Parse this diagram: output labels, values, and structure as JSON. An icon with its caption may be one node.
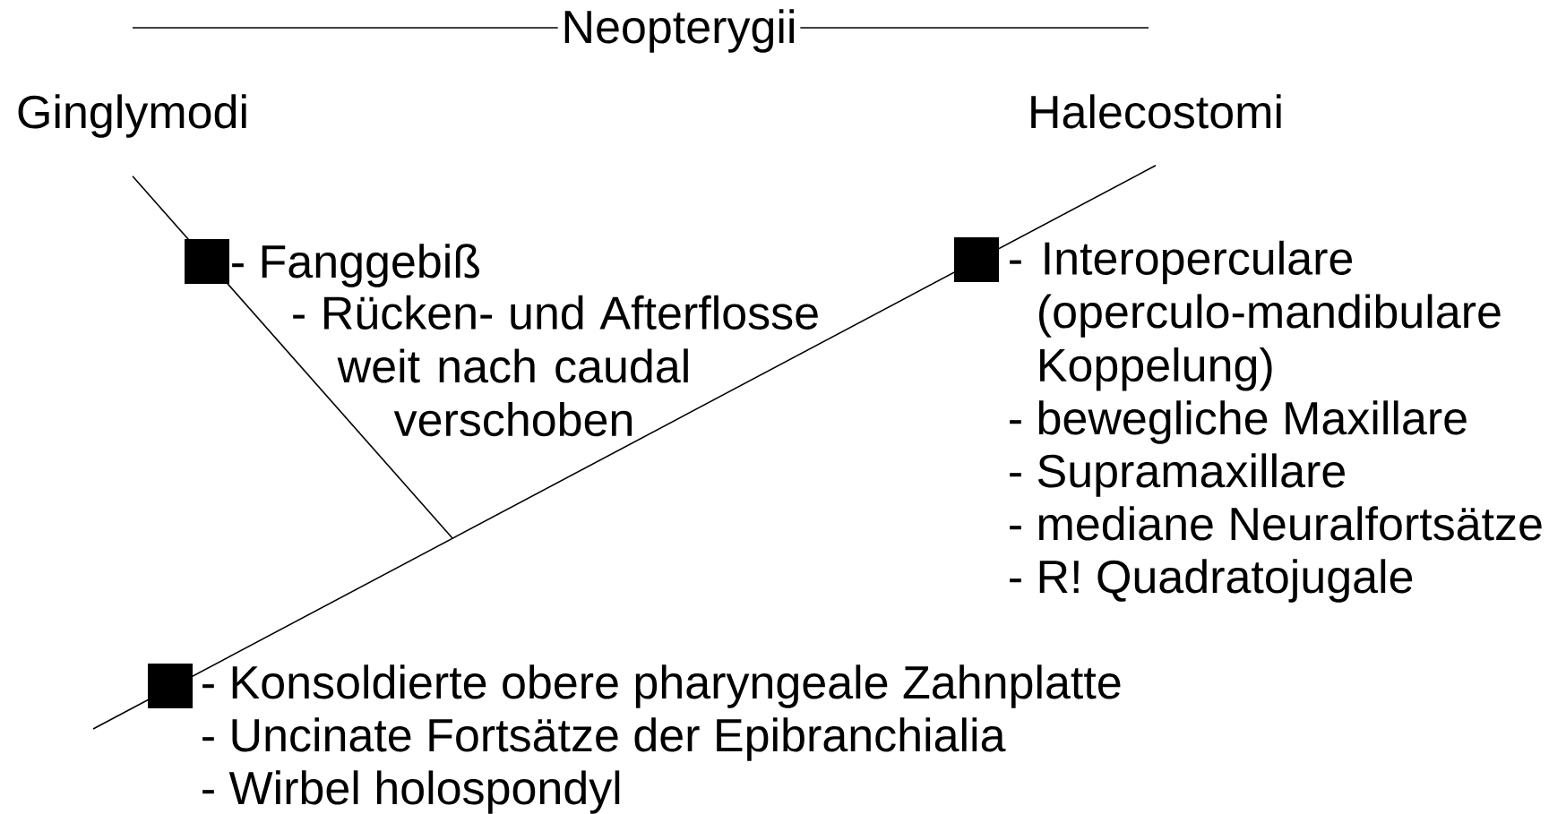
{
  "diagram": {
    "title": "Neopterygii",
    "nodes": [
      {
        "text": [
          "Ginglymodi"
        ]
      },
      {
        "text": [
          "Halecostomi"
        ]
      },
      {
        "text": [],
        "shape": "box",
        "beside": [
          "- Fanggebiß",
          "- Rücken- und Afterflosse weit nach caudal verschoben"
        ]
      },
      {
        "text": [],
        "shape": "box",
        "beside": [
          "- Interoperculare (operculo-mandibulare Koppelung)",
          "- bewegliche Maxillare",
          "- Supramaxillare",
          "- mediane Neuralfortsätze",
          "- R! Quadratojugale"
        ]
      },
      {
        "text": [],
        "shape": "box",
        "beside": [
          "- Konsoldierte obere pharyngeale Zahnplatte",
          "- Uncinate Fortsätze der Epibranchialia",
          "- Wirbel holospondyl"
        ]
      }
    ],
    "edges": [
      {
        "from": null,
        "to": 1,
        "arrow": "none"
      },
      {
        "from": null,
        "to": 0,
        "arrow": "none"
      }
    ]
  }
}
